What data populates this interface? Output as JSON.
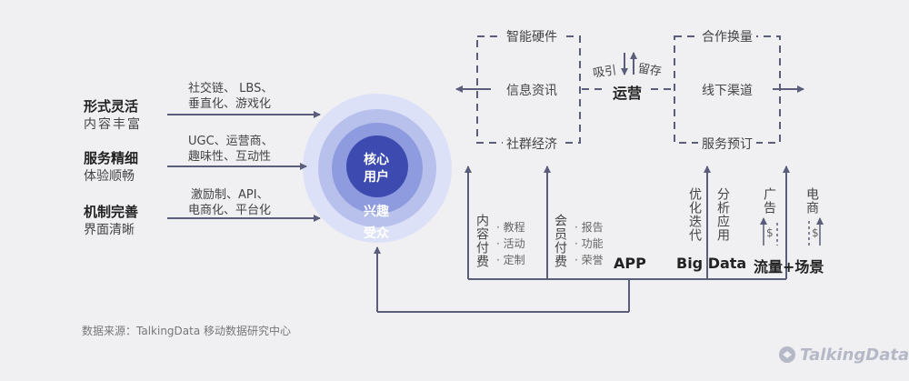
{
  "left_groups": [
    {
      "title": "形式灵活",
      "subtitle": "内容丰富",
      "detail_line1": "社交链、 LBS、",
      "detail_line2": "垂直化、游戏化"
    },
    {
      "title": "服务精细",
      "subtitle": "体验顺畅",
      "detail_line1": "UGC、运营商、",
      "detail_line2": "趣味性、互动性"
    },
    {
      "title": "机制完善",
      "subtitle": "界面清晰",
      "detail_line1": "激励制、API、",
      "detail_line2": "电商化、平台化"
    }
  ],
  "circles": {
    "core_line1": "核心",
    "core_line2": "用户",
    "interest_line1": "兴趣",
    "interest_line2": "受众"
  },
  "top_left_box": [
    "智能硬件",
    "信息资讯",
    "社群经济"
  ],
  "top_right_box": [
    "合作换量",
    "线下渠道",
    "服务预订"
  ],
  "center_top": {
    "attract": "吸引",
    "retain": "留存",
    "operate": "运营"
  },
  "bottom": {
    "content_pay": "内容付费",
    "content_items": [
      "· 教程",
      "· 活动",
      "· 定制"
    ],
    "member_pay": "会员付费",
    "member_items": [
      "· 报告",
      "· 功能",
      "· 荣誉"
    ],
    "app": "APP",
    "optimize": "优化迭代",
    "analyze": "分析应用",
    "big_data": "Big Data",
    "ad": "广告",
    "dollar1": "$",
    "ecommerce": "电商",
    "dollar2": "$",
    "traffic_scene": "流量+场景"
  },
  "source": "数据来源：TalkingData 移动数据研究中心",
  "logo": "TalkingData",
  "colors": {
    "bg": "#f0f0f3",
    "line": "#5a5e7a",
    "ring1": "#dde1f7",
    "ring2": "#b8c0ec",
    "ring3": "#8e9bdf",
    "core": "#3d4bb0"
  }
}
